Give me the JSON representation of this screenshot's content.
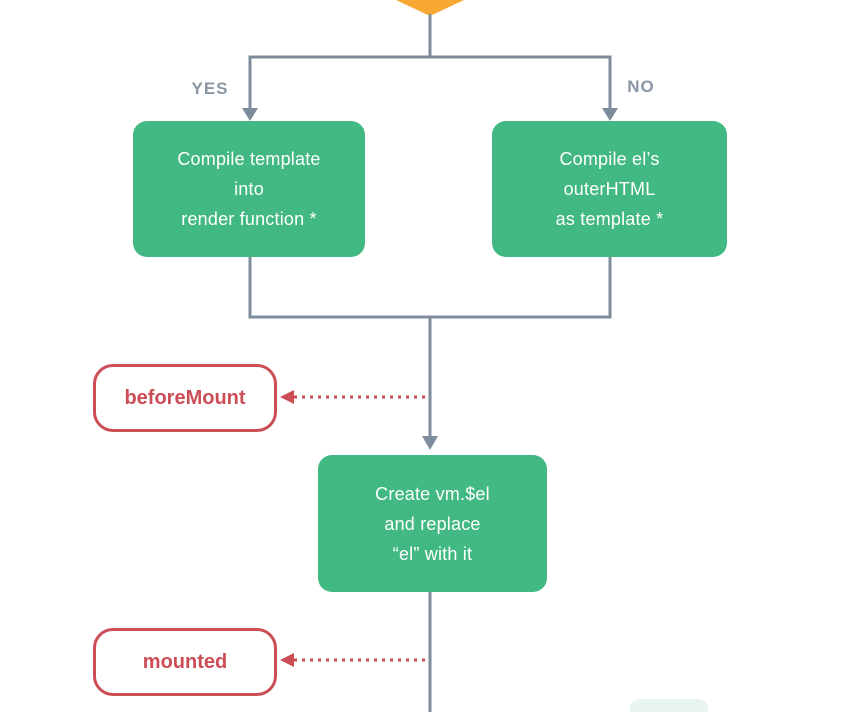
{
  "colors": {
    "node_green": "#42b983",
    "connector_grey": "#7f8c9b",
    "branch_label_grey": "#8a97a6",
    "hook_red": "#cb4e56",
    "diamond_orange": "#f6a832"
  },
  "branch": {
    "yes_label": "YES",
    "no_label": "NO"
  },
  "nodes": {
    "compile_template": {
      "lines": [
        "Compile template",
        "into",
        "render function *"
      ]
    },
    "compile_outerhtml": {
      "lines": [
        "Compile el’s",
        "outerHTML",
        "as template *"
      ]
    },
    "create_vm_el": {
      "lines": [
        "Create vm.$el",
        "and replace",
        "“el” with it"
      ]
    }
  },
  "hooks": {
    "before_mount": "beforeMount",
    "mounted": "mounted"
  }
}
